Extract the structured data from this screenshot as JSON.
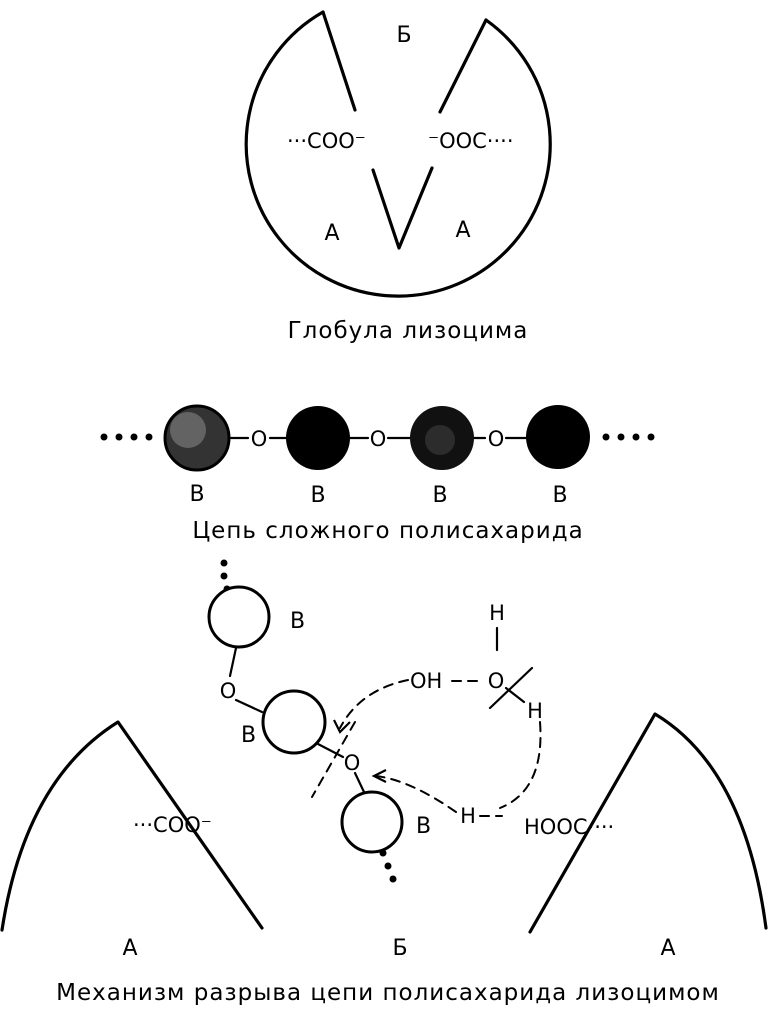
{
  "globule": {
    "caption": "Глобула лизоцима",
    "cleft_label": "Б",
    "side_label_left": "А",
    "side_label_right": "А",
    "left_group": "···COO⁻",
    "right_group": "⁻OOC····"
  },
  "chain": {
    "caption": "Цепь сложного полисахарида",
    "units": [
      {
        "label": "В"
      },
      {
        "label": "В"
      },
      {
        "label": "В"
      },
      {
        "label": "В"
      }
    ],
    "link_atom": "О"
  },
  "mechanism": {
    "caption": "Механизм разрыва цепи полисахарида лизоцимом",
    "sugar_label": "В",
    "bridge_oxygen": "O",
    "left_group": "···COO⁻",
    "right_group": "HOOC····",
    "water": {
      "oh": "OH",
      "o": "O",
      "h_top": "H",
      "h_right": "H"
    },
    "proton": "H",
    "label_left": "А",
    "label_center": "Б",
    "label_right": "А"
  }
}
